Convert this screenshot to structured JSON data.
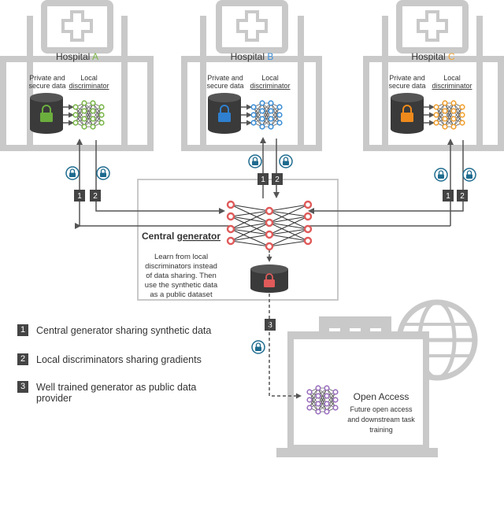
{
  "hospitals": [
    {
      "prefix": "Hospital",
      "letter": "A",
      "letter_color": "#7ab648",
      "accent": "#6cae3e",
      "net_color": "#7ab648",
      "data_label_1": "Private and",
      "data_label_2": "secure data",
      "disc_label_1": "Local",
      "disc_label_2": "discriminator"
    },
    {
      "prefix": "Hospital",
      "letter": "B",
      "letter_color": "#3d8fd6",
      "accent": "#2f80d0",
      "net_color": "#3d8fd6",
      "data_label_1": "Private and",
      "data_label_2": "secure data",
      "disc_label_1": "Local",
      "disc_label_2": "discriminator"
    },
    {
      "prefix": "Hospital",
      "letter": "C",
      "letter_color": "#f0a030",
      "accent": "#ee8a1c",
      "net_color": "#f0a030",
      "data_label_1": "Private and",
      "data_label_2": "secure data",
      "disc_label_1": "Local",
      "disc_label_2": "discriminator"
    }
  ],
  "central": {
    "title_1": "Central ",
    "title_2": "generator",
    "desc": [
      "Learn from local",
      "discriminators instead",
      "of data sharing. Then",
      "use the synthetic data",
      "as a public dataset"
    ],
    "node_color": "#e05a5a",
    "lock_color": "#e05a5a"
  },
  "badges": {
    "one": "1",
    "two": "2",
    "three": "3"
  },
  "open_access": {
    "title": "Open Access",
    "desc": [
      "Future open access",
      "and downstream task",
      "training"
    ],
    "net_color": "#9b6fbf"
  },
  "legend": [
    {
      "num": "1",
      "text": "Central generator sharing synthetic data"
    },
    {
      "num": "2",
      "text": "Local discriminators sharing gradients"
    },
    {
      "num": "3",
      "text": "Well trained generator as public data provider"
    }
  ],
  "colors": {
    "building": "#c9c9c9",
    "arrow": "#555555",
    "lock_teal": "#1e6b8f"
  },
  "icons": [
    "hospital-cross-icon",
    "database-icon",
    "padlock-icon",
    "neural-network-icon",
    "globe-icon"
  ]
}
